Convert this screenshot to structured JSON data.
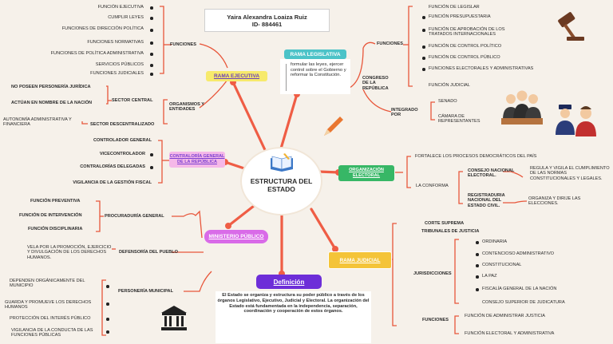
{
  "header": {
    "name": "Yaira Alexandra Loaiza Ruiz",
    "id": "ID- 884461"
  },
  "center": {
    "title": "ESTRUCTURA DEL ESTADO"
  },
  "rama_ejecutiva": {
    "label": "RAMA EJECUTIVA",
    "funciones_label": "FUNCIONES",
    "funciones": [
      "FUNCIÓN EJECUTIVA",
      "CUMPLIR LEYES",
      "FUNCIONES DE DIRECCIÓN POLÍTICA",
      "FUNCIONES NORMATIVAS",
      "FUNCIONES DE POLÍTICA ADMINISTRATIVA",
      "SERVICIOS PÚBLICOS",
      "FUNCIONES JUDICIALES"
    ],
    "organismos_label": "ORGANISMOS Y ENTIDADES",
    "sector_central": "SECTOR CENTRAL",
    "sector_central_items": [
      "NO POSEEN PERSONERÍA JURÍDICA",
      "ACTÚAN EN NOMBRE DE LA NACIÓN"
    ],
    "sector_descentralizado": "SECTOR DESCENTRALIZADO",
    "sector_descentralizado_item": "AUTONOMÍA ADMINISTRATIVA Y FINANCIERA"
  },
  "rama_legislativa": {
    "label": "RAMA LEGISLATIVA",
    "description": "formular las leyes, ejercer control sobre el Gobierno y reformar la Constitución.",
    "congreso": "CONGRESO DE LA REPÚBLICA",
    "funciones_label": "FUNCIONES",
    "funciones": [
      "FUNCIÓN DE LEGISLAR",
      "FUNCIÓN PRESUPUESTARIA",
      "FUNCIÓN DE APROBACIÓN DE LOS TRATADOS INTERNACIONALES",
      "FUNCIÓN DE CONTROL POLÍTICO",
      "FUNCIÓN DE CONTROL PÚBLICO",
      "FUNCIONES ELECTORALES Y ADMINISTRATIVAS",
      "FUNCIÓN JUDICIAL"
    ],
    "integrado_label": "INTEGRADO POR",
    "integrado": [
      "SENADO",
      "CÁMARA DE REPRESENTANTES"
    ]
  },
  "contraloria": {
    "label": "CONTRALORÍA GENERAL DE LA REPÚBLICA",
    "items": [
      "CONTROLADOR GENERAL",
      "VICECONTROLADOR",
      "CONTRALORÍAS DELEGADAS",
      "VIGILANCIA DE LA GESTIÓN FISCAL"
    ]
  },
  "organizacion_electoral": {
    "label": "ORGANIZACIÓN ELECTORAL",
    "fortalece": "FORTALECE LOS PROCESOS DEMOCRÁTICOS DEL PAÍS",
    "conforma_label": "LA CONFORMA",
    "consejo": "CONSEJO NACIONAL ELECTORAL.",
    "consejo_desc": "REGULA Y VIGILA EL CUMPLIMIENTO DE LAS NORMAS CONSTITUCIONALES Y LEGALES.",
    "registraduria": "REGISTRADURIA NACIONAL DEL ESTADO CIVIL.",
    "registraduria_desc": "ORGANIZA Y DIRIJE LAS ELECCIONES."
  },
  "ministerio_publico": {
    "label": "MINISTERIO PÚBLICO",
    "procuraduria": "PROCURADURÍA GENERAL",
    "procuraduria_items": [
      "FUNCIÓN PREVENTIVA",
      "FUNCIÓN DE INTERVENCIÓN",
      "FUNCIÓN DISCIPLINARIA"
    ],
    "defensoria": "DEFENSORÍA DEL PUEBLO",
    "defensoria_item": "VELA POR LA PROMOCIÓN, EJERCICIO Y DIVULGACIÓN DE LOS DERECHOS HUMANOS.",
    "personeria": "PERSONERÍA MUNICIPAL",
    "personeria_items": [
      "DEPENDEN ORGÁNICAMENTE DEL MUNICIPIO",
      "GUARDA Y PROMUEVE LOS DERECHOS HUMANOS",
      "PROTECCIÓN DEL INTERÉS PÚBLICO",
      "VIGILANCIA DE LA CONDUCTA DE LAS FUNCIONES PÚBLICAS"
    ]
  },
  "rama_judicial": {
    "label": "RAMA JUDICIAL",
    "corte": "CORTE SUPREMA",
    "tribunales": "TRIBUNALES DE JUSTICIA",
    "jurisdicciones_label": "JURISDICCIONES",
    "jurisdicciones": [
      "ORDINARIA",
      "CONTENCIOSO ADMINISTRATIVO",
      "CONSTITUCIONAL",
      "LA PAZ",
      "FISCALÍA GENERAL DE LA NACIÓN",
      "CONSEJO SUPERIOR DE JUDICATURA"
    ],
    "funciones_label": "FUNCIONES",
    "funciones": [
      "FUNCIÓN DE ADMINISTRAR JUSTICIA",
      "FUNCIÓN ELECTORAL Y ADMINISTRATIVA"
    ]
  },
  "definicion": {
    "label": "Definición",
    "text": "El Estado se organiza y estructura su poder público a través de los órganos Legislativo, Ejecutivo, Judicial y Electoral. La organización del Estado está fundamentada en la independencia, separación, coordinación y cooperación de estos órganos."
  },
  "colors": {
    "background": "#f6f1ea",
    "bracket": "#e8563a",
    "spoke": "#f0604a",
    "ejecutiva": "#f7ea6c",
    "legislativa": "#4cc3c8",
    "contraloria": "#f5b8e8",
    "electoral": "#37b766",
    "ministerio": "#d96be8",
    "judicial": "#f4c438",
    "definicion": "#6d2ed8"
  },
  "icons": [
    "book-icon",
    "pen-icon",
    "gavel-icon",
    "senators-icon",
    "police-icon",
    "courthouse-icon"
  ]
}
